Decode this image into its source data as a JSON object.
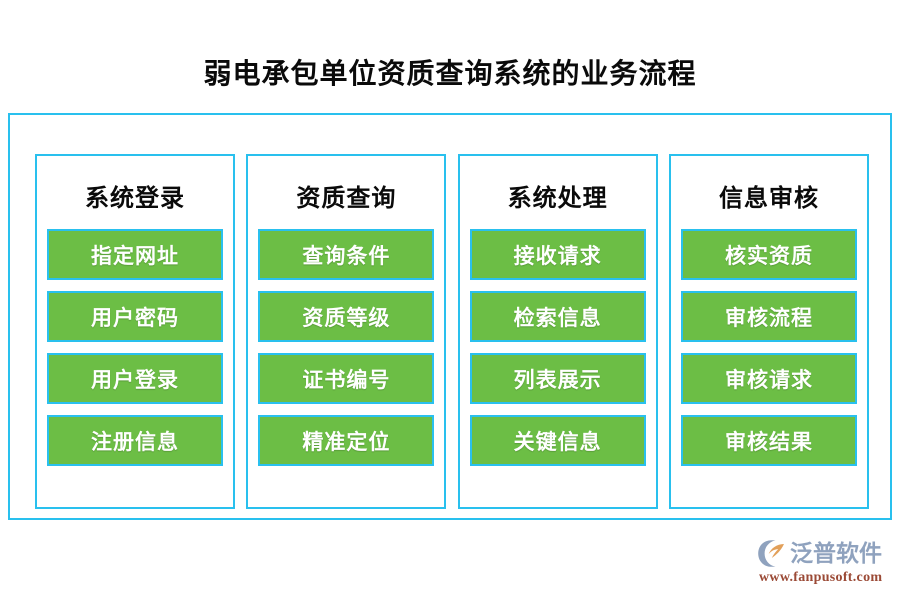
{
  "page": {
    "title": "弱电承包单位资质查询系统的业务流程",
    "background_color": "#ffffff",
    "accent_border_color": "#29c0ee",
    "step_fill_color": "#6cbe45",
    "step_text_color": "#ffffff",
    "title_color": "#0a0a0a"
  },
  "flow": {
    "columns": [
      {
        "header": "系统登录",
        "steps": [
          {
            "label": "指定网址"
          },
          {
            "label": "用户密码"
          },
          {
            "label": "用户登录"
          },
          {
            "label": "注册信息"
          }
        ]
      },
      {
        "header": "资质查询",
        "steps": [
          {
            "label": "查询条件"
          },
          {
            "label": "资质等级"
          },
          {
            "label": "证书编号"
          },
          {
            "label": "精准定位"
          }
        ]
      },
      {
        "header": "系统处理",
        "steps": [
          {
            "label": "接收请求"
          },
          {
            "label": "检索信息"
          },
          {
            "label": "列表展示"
          },
          {
            "label": "关键信息"
          }
        ]
      },
      {
        "header": "信息审核",
        "steps": [
          {
            "label": "核实资质"
          },
          {
            "label": "审核流程"
          },
          {
            "label": "审核请求"
          },
          {
            "label": "审核结果"
          }
        ]
      }
    ]
  },
  "logo": {
    "icon": "fanpu-swoosh-logo-icon",
    "brand": "泛普软件",
    "url": "www.fanpusoft.com",
    "brand_color": "#8fa2be",
    "url_color": "#9b4a36",
    "mark_primary_color": "#8fa2be",
    "mark_accent_color": "#e2a05a"
  }
}
